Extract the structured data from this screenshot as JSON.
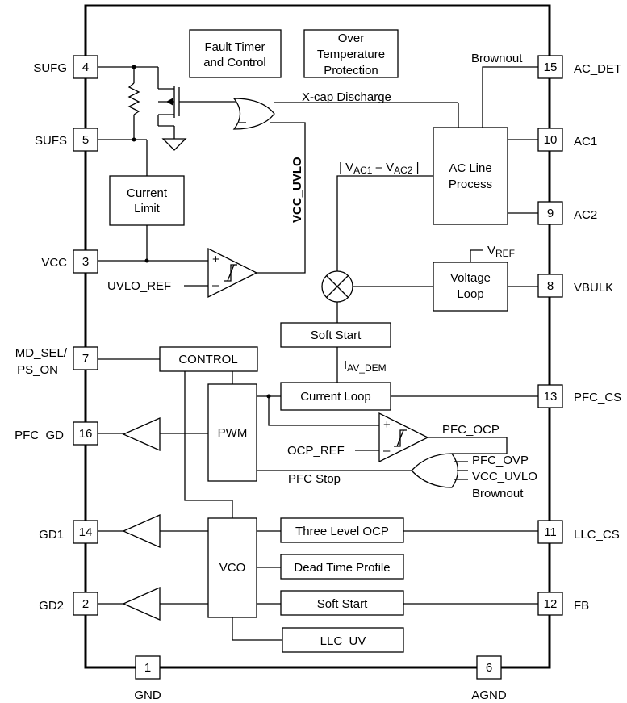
{
  "pins": {
    "sufg": {
      "num": "4",
      "label": "SUFG"
    },
    "sufs": {
      "num": "5",
      "label": "SUFS"
    },
    "vcc": {
      "num": "3",
      "label": "VCC"
    },
    "md_sel": {
      "num": "7",
      "label1": "MD_SEL/",
      "label2": "PS_ON"
    },
    "pfc_gd": {
      "num": "16",
      "label": "PFC_GD"
    },
    "gd1": {
      "num": "14",
      "label": "GD1"
    },
    "gd2": {
      "num": "2",
      "label": "GD2"
    },
    "gnd": {
      "num": "1",
      "label": "GND"
    },
    "agnd": {
      "num": "6",
      "label": "AGND"
    },
    "ac_det": {
      "num": "15",
      "label": "AC_DET"
    },
    "ac1": {
      "num": "10",
      "label": "AC1"
    },
    "ac2": {
      "num": "9",
      "label": "AC2"
    },
    "vbulk": {
      "num": "8",
      "label": "VBULK"
    },
    "pfc_cs": {
      "num": "13",
      "label": "PFC_CS"
    },
    "llc_cs": {
      "num": "11",
      "label": "LLC_CS"
    },
    "fb": {
      "num": "12",
      "label": "FB"
    }
  },
  "blocks": {
    "fault_timer": {
      "line1": "Fault Timer",
      "line2": "and Control"
    },
    "over_temp": {
      "line1": "Over",
      "line2": "Temperature",
      "line3": "Protection"
    },
    "current_limit": {
      "line1": "Current",
      "line2": "Limit"
    },
    "ac_line": {
      "line1": "AC Line",
      "line2": "Process"
    },
    "voltage_loop": {
      "line1": "Voltage",
      "line2": "Loop"
    },
    "soft_start_pfc": "Soft Start",
    "control": "CONTROL",
    "current_loop": "Current Loop",
    "pwm": "PWM",
    "vco": "VCO",
    "three_level_ocp": "Three Level OCP",
    "dead_time": "Dead Time Profile",
    "soft_start_llc": "Soft Start",
    "llc_uv": "LLC_UV"
  },
  "signals": {
    "brownout_top": "Brownout",
    "xcap": "X-cap Discharge",
    "vcc_uvlo_vertical": "VCC_UVLO",
    "vac_diff": {
      "open": "| V",
      "sub1": "AC1",
      "mid": " – V",
      "sub2": "AC2",
      "close": " |"
    },
    "vref": {
      "main": "V",
      "sub": "REF"
    },
    "uvlo_ref": "UVLO_REF",
    "iav_dem": {
      "main": "I",
      "sub": "AV_DEM"
    },
    "pfc_ocp": "PFC_OCP",
    "ocp_ref": "OCP_REF",
    "pfc_stop": "PFC Stop",
    "pfc_ovp": "PFC_OVP",
    "vcc_uvlo_or": "VCC_UVLO",
    "brownout_or": "Brownout"
  },
  "symbols": {
    "comparator_plus": "+",
    "comparator_minus": "–"
  }
}
